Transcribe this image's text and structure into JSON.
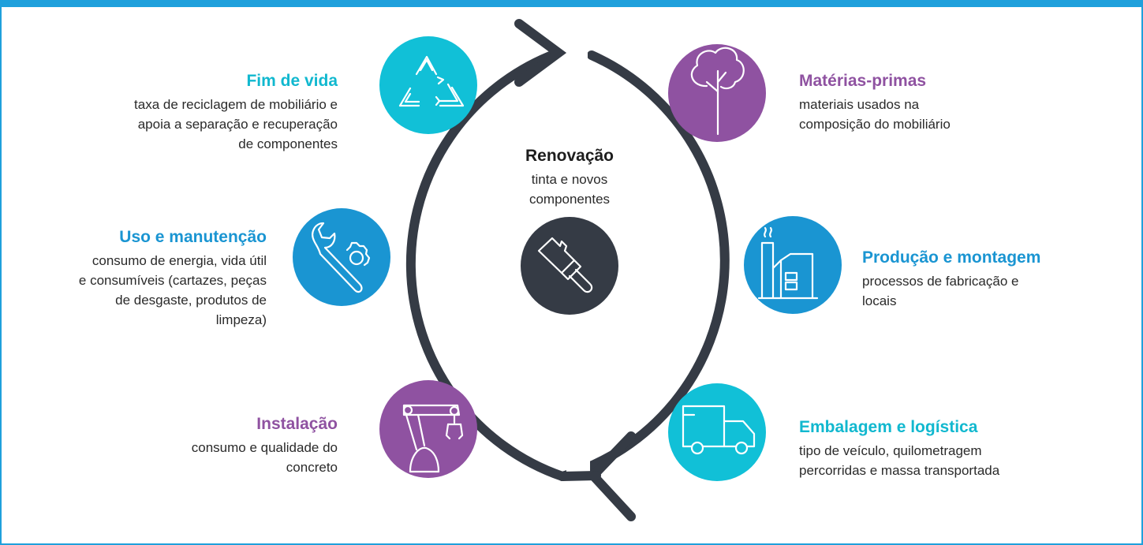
{
  "colors": {
    "frame": "#1fa0dc",
    "ring": "#353b45",
    "purple": "#8f52a1",
    "blue": "#1a95d2",
    "teal": "#11c0d7",
    "dark": "#353b45"
  },
  "center": {
    "title": "Renovação",
    "desc_line1": "tinta e novos",
    "desc_line2": "componentes",
    "icon": "paintbrush-icon"
  },
  "stages": {
    "fim_de_vida": {
      "title": "Fim de vida",
      "lines": [
        "taxa de reciclagem de mobiliário e",
        "apoia a separação e recuperação",
        "de componentes"
      ],
      "icon": "recycle-icon"
    },
    "materias_primas": {
      "title": "Matérias-primas",
      "lines": [
        "materiais usados na",
        "composição do mobiliário"
      ],
      "icon": "tree-icon"
    },
    "uso_manutencao": {
      "title": "Uso e manutenção",
      "lines": [
        "consumo de energia, vida útil",
        "e consumíveis (cartazes, peças",
        "de desgaste, produtos de",
        "limpeza)"
      ],
      "icon": "wrench-gear-icon"
    },
    "producao_montagem": {
      "title": "Produção e montagem",
      "lines": [
        "processos de fabricação e",
        "locais"
      ],
      "icon": "factory-icon"
    },
    "instalacao": {
      "title": "Instalação",
      "lines": [
        "consumo e qualidade do",
        "concreto"
      ],
      "icon": "robot-arm-icon"
    },
    "embalagem_logistica": {
      "title": "Embalagem e logística",
      "lines": [
        "tipo de veículo, quilometragem",
        "percorridas e massa transportada"
      ],
      "icon": "truck-icon"
    }
  }
}
